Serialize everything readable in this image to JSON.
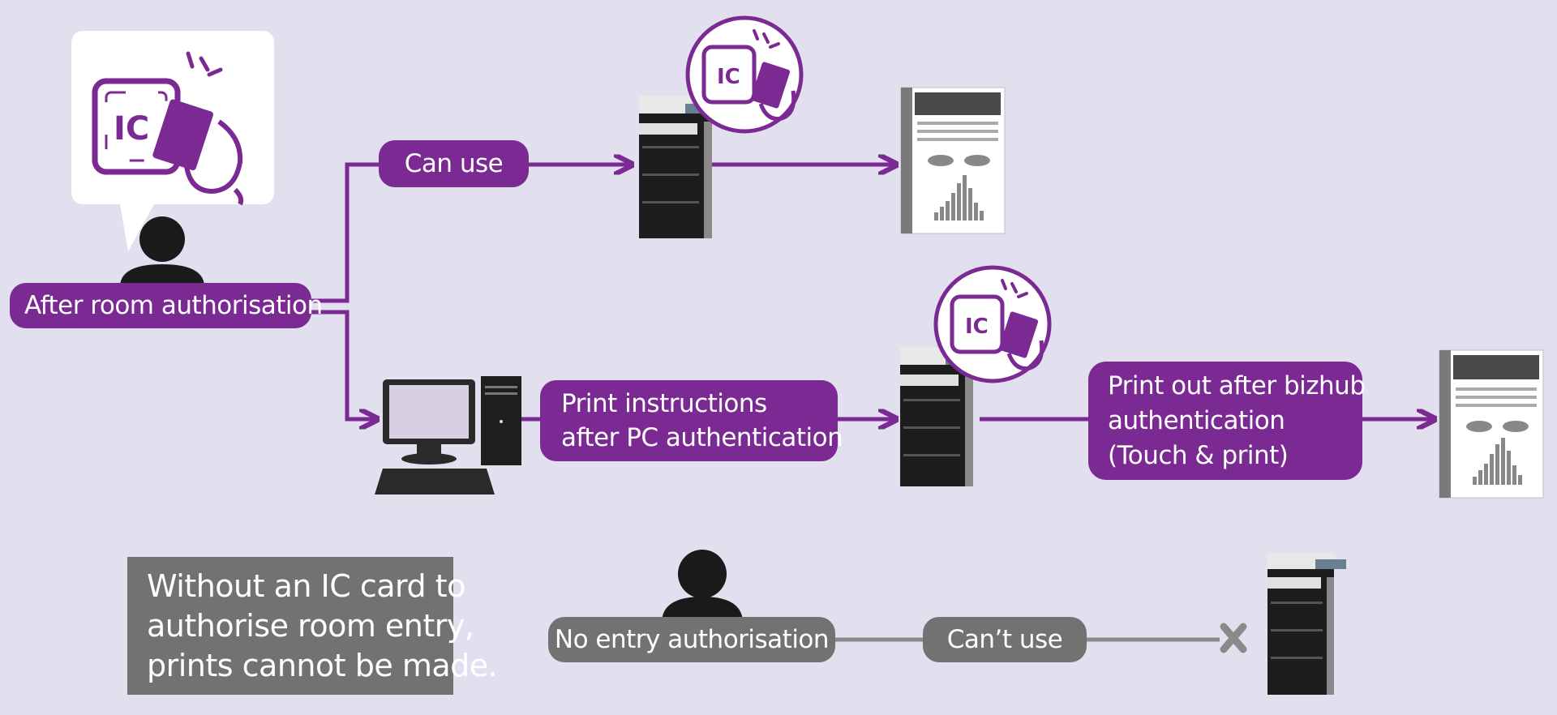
{
  "colors": {
    "background": "#e2e0ee",
    "purple": "#7a2a92",
    "gray": "#727272",
    "white": "#ffffff",
    "dark": "#1a1a1a"
  },
  "labels": {
    "after_room": "After room authorisation",
    "can_use": "Can use",
    "print_instructions_1": "Print instructions",
    "print_instructions_2": "after PC authentication",
    "print_out_1": "Print out after bizhub",
    "print_out_2": "authentication",
    "print_out_3": "(Touch & print)",
    "without_card_1": "Without an IC card to",
    "without_card_2": "authorise room entry,",
    "without_card_3": "prints cannot be made.",
    "no_entry": "No entry authorisation",
    "cant_use": "Can’t use",
    "ic_text": "IC"
  },
  "icons": [
    "speech-bubble-icon",
    "ic-card-icon",
    "person-icon",
    "printer-icon",
    "document-icon",
    "computer-icon",
    "cross-icon"
  ]
}
